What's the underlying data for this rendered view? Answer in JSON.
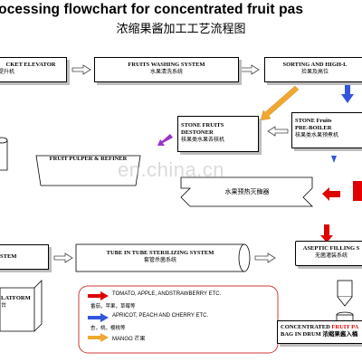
{
  "header": {
    "title": "rocessing flowchart for concentrated fruit pas",
    "subtitle": "浓缩果酱加工工艺流程图"
  },
  "steps": {
    "bucket": {
      "en": "CKET ELEVATOR",
      "zh": "提升机"
    },
    "washing": {
      "en": "FRUITS WASHING SYSTEM",
      "zh": "水果清洗系统"
    },
    "sorting": {
      "en": "SORTING AND HIGH-L",
      "zh": "捡果及高位"
    },
    "destoner": {
      "en1": "STONE FRUITS",
      "en2": "DESTONER",
      "zh": "核果类水果去核机"
    },
    "preboiler": {
      "en1": "STONE Fruits",
      "en2": "PRE-BOILER",
      "zh": "核果类水果预煮机"
    },
    "pulper": {
      "en": "FRUIT PULPER & REFINER"
    },
    "preheat": {
      "zh": "水果预热灭酶器"
    },
    "system": {
      "en": "STEM"
    },
    "tube": {
      "en": "TUBE IN TUBE STERILIZING SYSTEM",
      "zh": "套管杀菌系统"
    },
    "aseptic": {
      "en": "ASEPTIC FILLING S",
      "zh": "无菌灌装系统"
    },
    "platform": {
      "en": "LATFORM",
      "zh": "台"
    },
    "final": {
      "en_pre": "CONCENTRATED ",
      "en_red": "FRUIT PA",
      "line2": "BAG IN DRUM  浓缩果酱入桶"
    }
  },
  "legend": {
    "items": [
      {
        "en": "TOMATO, APPLE, ANDSTRAWBERRY ETC.",
        "zh": "番茄，苹果，草莓等",
        "color": "#e00000"
      },
      {
        "en": "APRICOT, PEACH AND CHERRY ETC.",
        "zh": "杏，桃，樱桃等",
        "color": "#3355dd"
      },
      {
        "en": "MANGO 芒果",
        "zh": "",
        "color": "#f0a830"
      }
    ]
  },
  "watermark": "en.china.cn",
  "colors": {
    "red": "#e00000",
    "blue": "#3355dd",
    "purple": "#9933cc",
    "orange": "#f0a830",
    "legend_border": "#d23a3a"
  }
}
